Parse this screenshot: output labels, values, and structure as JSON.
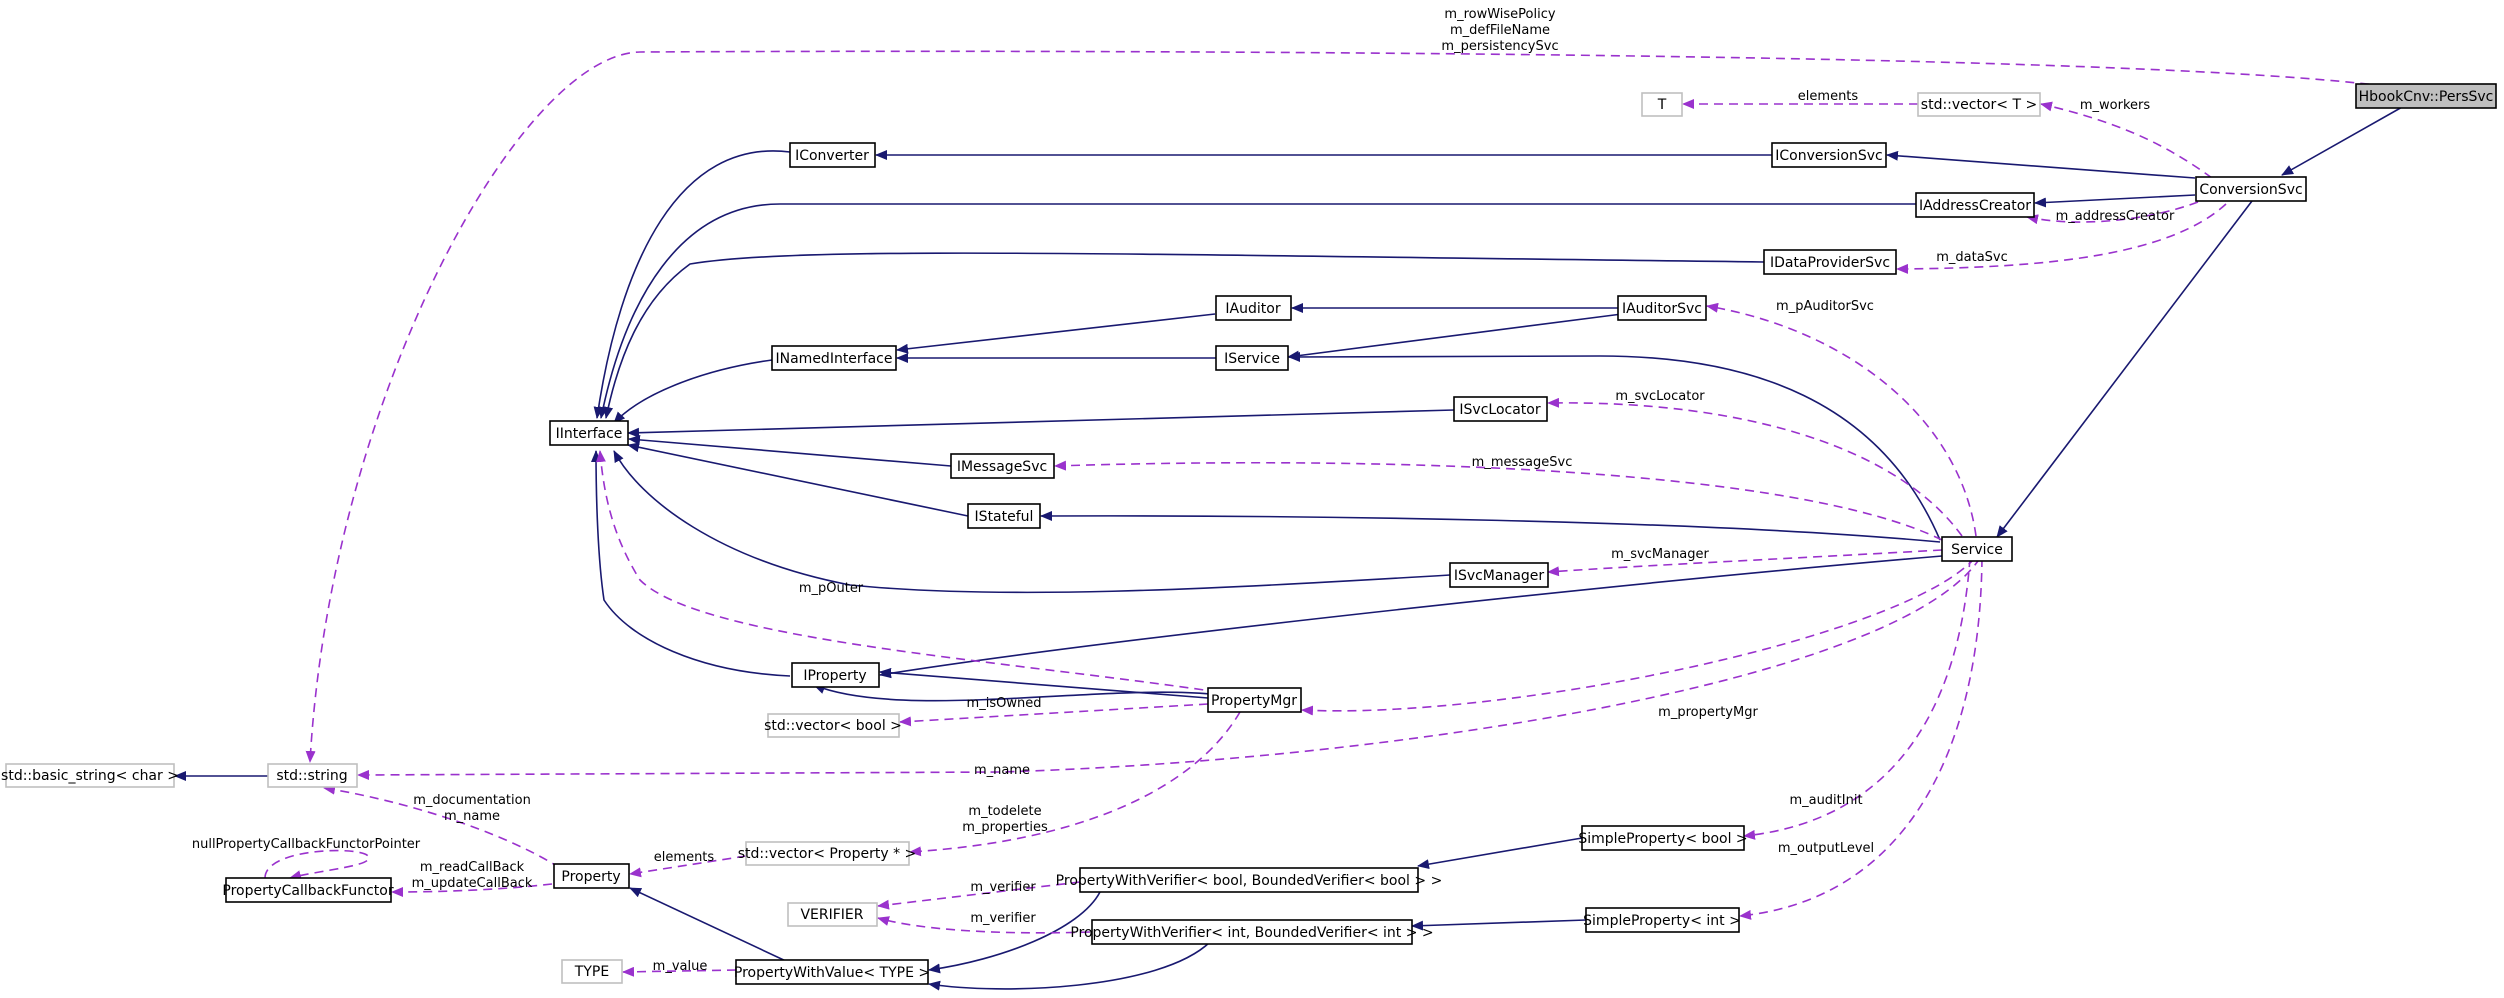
{
  "nodes": {
    "hbook": "HbookCnv::PersSvc",
    "conversion_svc": "ConversionSvc",
    "t": "T",
    "vector_t": "std::vector< T >",
    "iconverter": "IConverter",
    "iconversion_svc": "IConversionSvc",
    "iaddress_creator": "IAddressCreator",
    "idataprovider_svc": "IDataProviderSvc",
    "iauditor": "IAuditor",
    "iauditor_svc": "IAuditorSvc",
    "inamed_interface": "INamedInterface",
    "iservice": "IService",
    "iinterface": "IInterface",
    "isvc_locator": "ISvcLocator",
    "imessage_svc": "IMessageSvc",
    "istateful": "IStateful",
    "service": "Service",
    "isvc_manager": "ISvcManager",
    "iproperty": "IProperty",
    "property_mgr": "PropertyMgr",
    "vector_bool": "std::vector< bool >",
    "basic_string": "std::basic_string< char >",
    "std_string": "std::string",
    "simple_property_bool": "SimpleProperty< bool >",
    "property": "Property",
    "vector_property": "std::vector< Property * >",
    "pwv_bool": "PropertyWithVerifier< bool, BoundedVerifier< bool > >",
    "property_callback_functor": "PropertyCallbackFunctor",
    "verifier": "VERIFIER",
    "pwv_int": "PropertyWithVerifier< int, BoundedVerifier< int > >",
    "simple_property_int": "SimpleProperty< int >",
    "type": "TYPE",
    "property_with_value": "PropertyWithValue< TYPE >"
  },
  "edge_labels": {
    "row_wise_policy": "m_rowWisePolicy",
    "def_file_name": "m_defFileName",
    "persistency_svc": "m_persistencySvc",
    "elements_t": "elements",
    "workers": "m_workers",
    "address_creator": "m_addressCreator",
    "data_svc": "m_dataSvc",
    "p_auditor_svc": "m_pAuditorSvc",
    "svc_locator": "m_svcLocator",
    "message_svc": "m_messageSvc",
    "svc_manager": "m_svcManager",
    "p_outer": "m_pOuter",
    "is_owned": "m_isOwned",
    "property_mgr": "m_propertyMgr",
    "name_string": "m_name",
    "todelete": "m_todelete",
    "properties": "m_properties",
    "documentation": "m_documentation",
    "name_property": "m_name",
    "audit_init": "m_auditInit",
    "output_level": "m_outputLevel",
    "null_callback": "nullPropertyCallbackFunctorPointer",
    "elements_property": "elements",
    "read_callback": "m_readCallBack",
    "update_callback": "m_updateCallBack",
    "verifier_bool": "m_verifier",
    "verifier_int": "m_verifier",
    "value": "m_value"
  },
  "legend_colors": {
    "inheritance": "#191970",
    "usage": "#9a32cd",
    "focus_fill": "#bfbfbf",
    "template_border": "#bfbfbf"
  }
}
